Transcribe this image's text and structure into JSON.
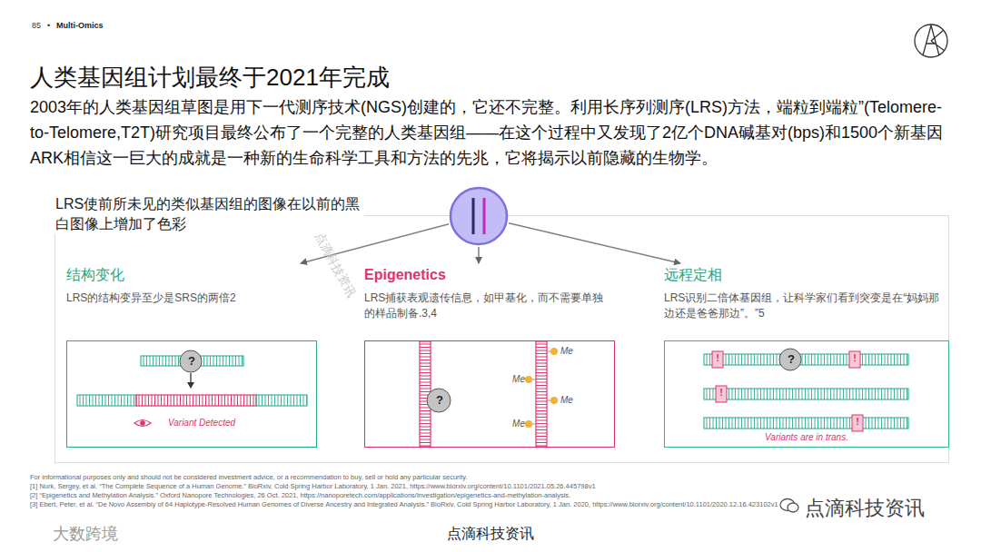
{
  "diagram": {
    "title": "人类基因组计划最终于2021年完成",
    "nodes": [
      {
        "text": [
          "LRS使前所未见的类似基因组的图像在以前的黑白图像上增加了色彩"
        ]
      },
      {
        "text": []
      },
      {
        "text": [
          "结构变化",
          "LRS的结构变异至少是SRS的两倍2"
        ],
        "in": 0
      },
      {
        "text": [
          "?",
          "Variant Detected"
        ],
        "in": 2
      },
      {
        "text": [
          "Epigenetics",
          "LRS捕获表观遗传信息，如甲基化，而不需要单独的样品制备.3,4"
        ],
        "in": 0
      },
      {
        "text": [
          "?",
          "Me",
          "Me",
          "Me",
          "Me"
        ],
        "in": 4
      },
      {
        "text": [
          "远程定相",
          "LRS识别二倍体基因组，让科学家们看到突变是在“妈妈那边还是爸爸那边”。”5"
        ],
        "in": 0
      },
      {
        "text": [
          "?",
          "!",
          "!",
          "!",
          "!",
          "Variants are in trans."
        ],
        "in": 6
      }
    ],
    "edges": [
      {
        "from": 1,
        "to": 2,
        "arrow": "to"
      },
      {
        "from": 1,
        "to": 4,
        "arrow": "to"
      },
      {
        "from": 1,
        "to": 6,
        "arrow": "to"
      }
    ],
    "labels": [
      "85",
      "•",
      "Multi-Omics",
      "2003年的人类基因组草图是用下一代测序技术(NGS)创建的，它还不完整。利用长序列测序(LRS)方法，端粒到端粒”(Telomere-to-Telomere,T2T)研究项目最终公布了一个完整的人类基因组——在这个过程中又发现了2亿个DNA碱基对(bps)和1500个新基因ARK相信这一巨大的成就是一种新的生命科学工具和方法的先兆，它将揭示以前隐藏的生物学。",
      "For informational purposes only and should not be considered investment advice, or a recommendation to buy, sell or hold any particular security.",
      "[1] Nurk, Sergey, et al. “The Complete Sequence of a Human Genome.” BioRxiv, Cold Spring Harbor Laboratory, 1 Jan. 2021, https://www.biorxiv.org/content/10.1101/2021.05.26.445798v1",
      "[2] “Epigenetics and Methylation Analysis.” Oxford Nanopore Technologies, 26 Oct. 2021, https://nanoporetech.com/applications/investigation/epigenetics-and-methylation-analysis.",
      "[3] Ebert, Peter, et al. “De Novo Assembly of 64 Haplotype-Resolved Human Genomes of Diverse Ancestry and Integrated Analysis.” BioRxiv, Cold Spring Harbor Laboratory, 1 Jan. 2020, https://www.biorxiv.org/content/10.1101/2020.12.16.423102v1",
      "点滴科技资讯",
      "点滴科技资讯",
      "大数跨境",
      "点滴科技资讯"
    ]
  }
}
